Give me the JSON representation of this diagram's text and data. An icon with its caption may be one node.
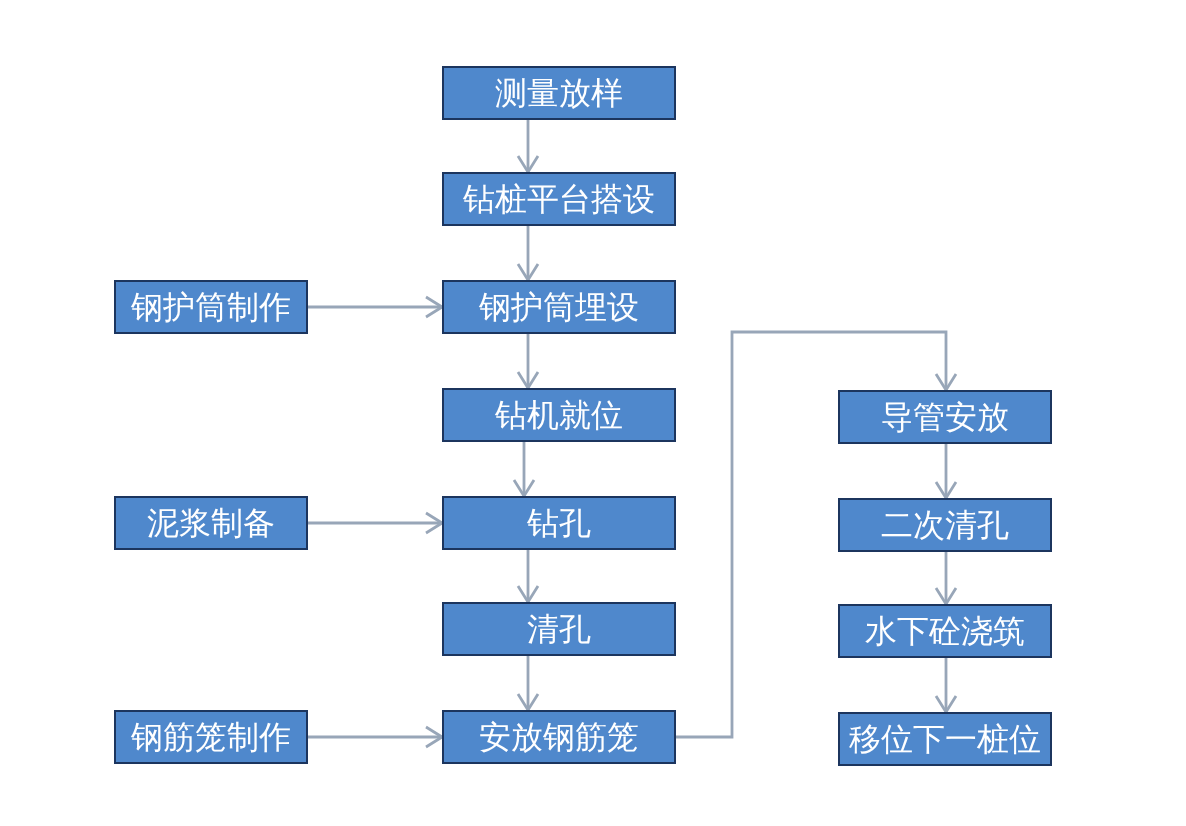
{
  "diagram": {
    "nodes": [
      {
        "text": [
          "测量放样"
        ]
      },
      {
        "text": [
          "钻桩平台搭设"
        ]
      },
      {
        "text": [
          "钢护筒制作"
        ]
      },
      {
        "text": [
          "钢护筒埋设"
        ]
      },
      {
        "text": [
          "钻机就位"
        ]
      },
      {
        "text": [
          "泥浆制备"
        ]
      },
      {
        "text": [
          "钻孔"
        ]
      },
      {
        "text": [
          "清孔"
        ]
      },
      {
        "text": [
          "钢筋笼制作"
        ]
      },
      {
        "text": [
          "安放钢筋笼"
        ]
      },
      {
        "text": [
          "导管安放"
        ]
      },
      {
        "text": [
          "二次清孔"
        ]
      },
      {
        "text": [
          "水下砼浇筑"
        ]
      },
      {
        "text": [
          "移位下一桩位"
        ]
      }
    ],
    "edges": [
      {
        "from": 0,
        "to": 1,
        "arrow": "to"
      },
      {
        "from": 1,
        "to": 3,
        "arrow": "to"
      },
      {
        "from": 2,
        "to": 3,
        "arrow": "to"
      },
      {
        "from": 3,
        "to": 4,
        "arrow": "to"
      },
      {
        "from": 4,
        "to": 6,
        "arrow": "to"
      },
      {
        "from": 5,
        "to": 6,
        "arrow": "to"
      },
      {
        "from": 6,
        "to": 7,
        "arrow": "to"
      },
      {
        "from": 7,
        "to": 9,
        "arrow": "to"
      },
      {
        "from": 8,
        "to": 9,
        "arrow": "to"
      },
      {
        "from": 9,
        "to": 10,
        "arrow": "to"
      },
      {
        "from": 10,
        "to": 11,
        "arrow": "to"
      },
      {
        "from": 11,
        "to": 12,
        "arrow": "to"
      },
      {
        "from": 12,
        "to": 13,
        "arrow": "to"
      }
    ]
  }
}
